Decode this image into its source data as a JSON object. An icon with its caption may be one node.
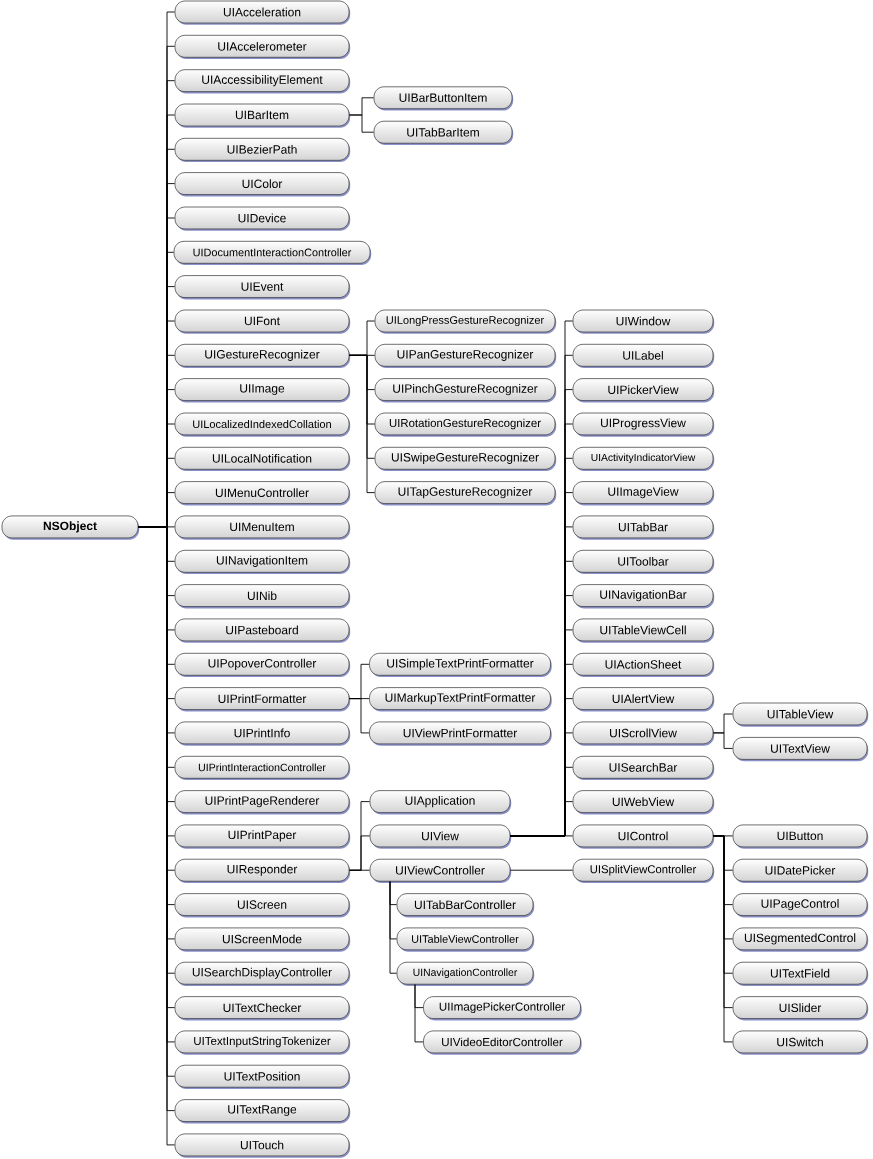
{
  "diagram": {
    "nodes": [
      {
        "text": [
          "NSObject"
        ]
      },
      {
        "text": [
          "UIAcceleration"
        ]
      },
      {
        "text": [
          "UIAccelerometer"
        ]
      },
      {
        "text": [
          "UIAccessibilityElement"
        ]
      },
      {
        "text": [
          "UIBarItem"
        ]
      },
      {
        "text": [
          "UIBezierPath"
        ]
      },
      {
        "text": [
          "UIColor"
        ]
      },
      {
        "text": [
          "UIDevice"
        ]
      },
      {
        "text": [
          "UIDocumentInteractionController"
        ]
      },
      {
        "text": [
          "UIEvent"
        ]
      },
      {
        "text": [
          "UIFont"
        ]
      },
      {
        "text": [
          "UIGestureRecognizer"
        ]
      },
      {
        "text": [
          "UIImage"
        ]
      },
      {
        "text": [
          "UILocalizedIndexedCollation"
        ]
      },
      {
        "text": [
          "UILocalNotification"
        ]
      },
      {
        "text": [
          "UIMenuController"
        ]
      },
      {
        "text": [
          "UIMenuItem"
        ]
      },
      {
        "text": [
          "UINavigationItem"
        ]
      },
      {
        "text": [
          "UINib"
        ]
      },
      {
        "text": [
          "UIPasteboard"
        ]
      },
      {
        "text": [
          "UIPopoverController"
        ]
      },
      {
        "text": [
          "UIPrintFormatter"
        ]
      },
      {
        "text": [
          "UIPrintInfo"
        ]
      },
      {
        "text": [
          "UIPrintInteractionController"
        ]
      },
      {
        "text": [
          "UIPrintPageRenderer"
        ]
      },
      {
        "text": [
          "UIPrintPaper"
        ]
      },
      {
        "text": [
          "UIResponder"
        ]
      },
      {
        "text": [
          "UIScreen"
        ]
      },
      {
        "text": [
          "UIScreenMode"
        ]
      },
      {
        "text": [
          "UISearchDisplayController"
        ]
      },
      {
        "text": [
          "UITextChecker"
        ]
      },
      {
        "text": [
          "UITextInputStringTokenizer"
        ]
      },
      {
        "text": [
          "UITextPosition"
        ]
      },
      {
        "text": [
          "UITextRange"
        ]
      },
      {
        "text": [
          "UITouch"
        ]
      },
      {
        "text": [
          "UIBarButtonItem"
        ]
      },
      {
        "text": [
          "UITabBarItem"
        ]
      },
      {
        "text": [
          "UILongPressGestureRecognizer"
        ]
      },
      {
        "text": [
          "UIPanGestureRecognizer"
        ]
      },
      {
        "text": [
          "UIPinchGestureRecognizer"
        ]
      },
      {
        "text": [
          "UIRotationGestureRecognizer"
        ]
      },
      {
        "text": [
          "UISwipeGestureRecognizer"
        ]
      },
      {
        "text": [
          "UITapGestureRecognizer"
        ]
      },
      {
        "text": [
          "UISimpleTextPrintFormatter"
        ]
      },
      {
        "text": [
          "UIMarkupTextPrintFormatter"
        ]
      },
      {
        "text": [
          "UIViewPrintFormatter"
        ]
      },
      {
        "text": [
          "UIApplication"
        ]
      },
      {
        "text": [
          "UIView"
        ]
      },
      {
        "text": [
          "UIViewController"
        ]
      },
      {
        "text": [
          "UIWindow"
        ]
      },
      {
        "text": [
          "UILabel"
        ]
      },
      {
        "text": [
          "UIPickerView"
        ]
      },
      {
        "text": [
          "UIProgressView"
        ]
      },
      {
        "text": [
          "UIActivityIndicatorView"
        ]
      },
      {
        "text": [
          "UIImageView"
        ]
      },
      {
        "text": [
          "UITabBar"
        ]
      },
      {
        "text": [
          "UIToolbar"
        ]
      },
      {
        "text": [
          "UINavigationBar"
        ]
      },
      {
        "text": [
          "UITableViewCell"
        ]
      },
      {
        "text": [
          "UIActionSheet"
        ]
      },
      {
        "text": [
          "UIAlertView"
        ]
      },
      {
        "text": [
          "UIScrollView"
        ]
      },
      {
        "text": [
          "UISearchBar"
        ]
      },
      {
        "text": [
          "UIWebView"
        ]
      },
      {
        "text": [
          "UIControl"
        ]
      },
      {
        "text": [
          "UITableView"
        ]
      },
      {
        "text": [
          "UITextView"
        ]
      },
      {
        "text": [
          "UIButton"
        ]
      },
      {
        "text": [
          "UIDatePicker"
        ]
      },
      {
        "text": [
          "UIPageControl"
        ]
      },
      {
        "text": [
          "UISegmentedControl"
        ]
      },
      {
        "text": [
          "UITextField"
        ]
      },
      {
        "text": [
          "UISlider"
        ]
      },
      {
        "text": [
          "UISwitch"
        ]
      },
      {
        "text": [
          "UISplitViewController"
        ]
      },
      {
        "text": [
          "UITabBarController"
        ]
      },
      {
        "text": [
          "UITableViewController"
        ]
      },
      {
        "text": [
          "UINavigationController"
        ]
      },
      {
        "text": [
          "UIImagePickerController"
        ]
      },
      {
        "text": [
          "UIVideoEditorController"
        ]
      }
    ],
    "edges": [
      {
        "from": 0,
        "to": 1,
        "arrow": "none"
      },
      {
        "from": 0,
        "to": 2,
        "arrow": "none"
      },
      {
        "from": 0,
        "to": 3,
        "arrow": "none"
      },
      {
        "from": 0,
        "to": 4,
        "arrow": "none"
      },
      {
        "from": 0,
        "to": 5,
        "arrow": "none"
      },
      {
        "from": 0,
        "to": 6,
        "arrow": "none"
      },
      {
        "from": 0,
        "to": 7,
        "arrow": "none"
      },
      {
        "from": 0,
        "to": 8,
        "arrow": "none"
      },
      {
        "from": 0,
        "to": 9,
        "arrow": "none"
      },
      {
        "from": 0,
        "to": 10,
        "arrow": "none"
      },
      {
        "from": 0,
        "to": 11,
        "arrow": "none"
      },
      {
        "from": 0,
        "to": 12,
        "arrow": "none"
      },
      {
        "from": 0,
        "to": 13,
        "arrow": "none"
      },
      {
        "from": 0,
        "to": 14,
        "arrow": "none"
      },
      {
        "from": 0,
        "to": 15,
        "arrow": "none"
      },
      {
        "from": 0,
        "to": 16,
        "arrow": "none"
      },
      {
        "from": 0,
        "to": 17,
        "arrow": "none"
      },
      {
        "from": 0,
        "to": 18,
        "arrow": "none"
      },
      {
        "from": 0,
        "to": 19,
        "arrow": "none"
      },
      {
        "from": 0,
        "to": 20,
        "arrow": "none"
      },
      {
        "from": 0,
        "to": 21,
        "arrow": "none"
      },
      {
        "from": 0,
        "to": 22,
        "arrow": "none"
      },
      {
        "from": 0,
        "to": 23,
        "arrow": "none"
      },
      {
        "from": 0,
        "to": 24,
        "arrow": "none"
      },
      {
        "from": 0,
        "to": 25,
        "arrow": "none"
      },
      {
        "from": 0,
        "to": 26,
        "arrow": "none"
      },
      {
        "from": 0,
        "to": 27,
        "arrow": "none"
      },
      {
        "from": 0,
        "to": 28,
        "arrow": "none"
      },
      {
        "from": 0,
        "to": 29,
        "arrow": "none"
      },
      {
        "from": 0,
        "to": 30,
        "arrow": "none"
      },
      {
        "from": 0,
        "to": 31,
        "arrow": "none"
      },
      {
        "from": 0,
        "to": 32,
        "arrow": "none"
      },
      {
        "from": 0,
        "to": 33,
        "arrow": "none"
      },
      {
        "from": 0,
        "to": 34,
        "arrow": "none"
      },
      {
        "from": 4,
        "to": 35,
        "arrow": "none"
      },
      {
        "from": 4,
        "to": 36,
        "arrow": "none"
      },
      {
        "from": 11,
        "to": 37,
        "arrow": "none"
      },
      {
        "from": 11,
        "to": 38,
        "arrow": "none"
      },
      {
        "from": 11,
        "to": 39,
        "arrow": "none"
      },
      {
        "from": 11,
        "to": 40,
        "arrow": "none"
      },
      {
        "from": 11,
        "to": 41,
        "arrow": "none"
      },
      {
        "from": 11,
        "to": 42,
        "arrow": "none"
      },
      {
        "from": 21,
        "to": 43,
        "arrow": "none"
      },
      {
        "from": 21,
        "to": 44,
        "arrow": "none"
      },
      {
        "from": 21,
        "to": 45,
        "arrow": "none"
      },
      {
        "from": 26,
        "to": 46,
        "arrow": "none"
      },
      {
        "from": 26,
        "to": 47,
        "arrow": "none"
      },
      {
        "from": 26,
        "to": 48,
        "arrow": "none"
      },
      {
        "from": 47,
        "to": 49,
        "arrow": "none"
      },
      {
        "from": 47,
        "to": 50,
        "arrow": "none"
      },
      {
        "from": 47,
        "to": 51,
        "arrow": "none"
      },
      {
        "from": 47,
        "to": 52,
        "arrow": "none"
      },
      {
        "from": 47,
        "to": 53,
        "arrow": "none"
      },
      {
        "from": 47,
        "to": 54,
        "arrow": "none"
      },
      {
        "from": 47,
        "to": 55,
        "arrow": "none"
      },
      {
        "from": 47,
        "to": 56,
        "arrow": "none"
      },
      {
        "from": 47,
        "to": 57,
        "arrow": "none"
      },
      {
        "from": 47,
        "to": 58,
        "arrow": "none"
      },
      {
        "from": 47,
        "to": 59,
        "arrow": "none"
      },
      {
        "from": 47,
        "to": 60,
        "arrow": "none"
      },
      {
        "from": 47,
        "to": 61,
        "arrow": "none"
      },
      {
        "from": 47,
        "to": 62,
        "arrow": "none"
      },
      {
        "from": 47,
        "to": 63,
        "arrow": "none"
      },
      {
        "from": 47,
        "to": 64,
        "arrow": "none"
      },
      {
        "from": 61,
        "to": 65,
        "arrow": "none"
      },
      {
        "from": 61,
        "to": 66,
        "arrow": "none"
      },
      {
        "from": 64,
        "to": 67,
        "arrow": "none"
      },
      {
        "from": 64,
        "to": 68,
        "arrow": "none"
      },
      {
        "from": 64,
        "to": 69,
        "arrow": "none"
      },
      {
        "from": 64,
        "to": 70,
        "arrow": "none"
      },
      {
        "from": 64,
        "to": 71,
        "arrow": "none"
      },
      {
        "from": 64,
        "to": 72,
        "arrow": "none"
      },
      {
        "from": 64,
        "to": 73,
        "arrow": "none"
      },
      {
        "from": 48,
        "to": 74,
        "arrow": "none"
      },
      {
        "from": 48,
        "to": 75,
        "arrow": "none"
      },
      {
        "from": 48,
        "to": 76,
        "arrow": "none"
      },
      {
        "from": 48,
        "to": 77,
        "arrow": "none"
      },
      {
        "from": 77,
        "to": 78,
        "arrow": "none"
      },
      {
        "from": 77,
        "to": 79,
        "arrow": "none"
      }
    ]
  }
}
